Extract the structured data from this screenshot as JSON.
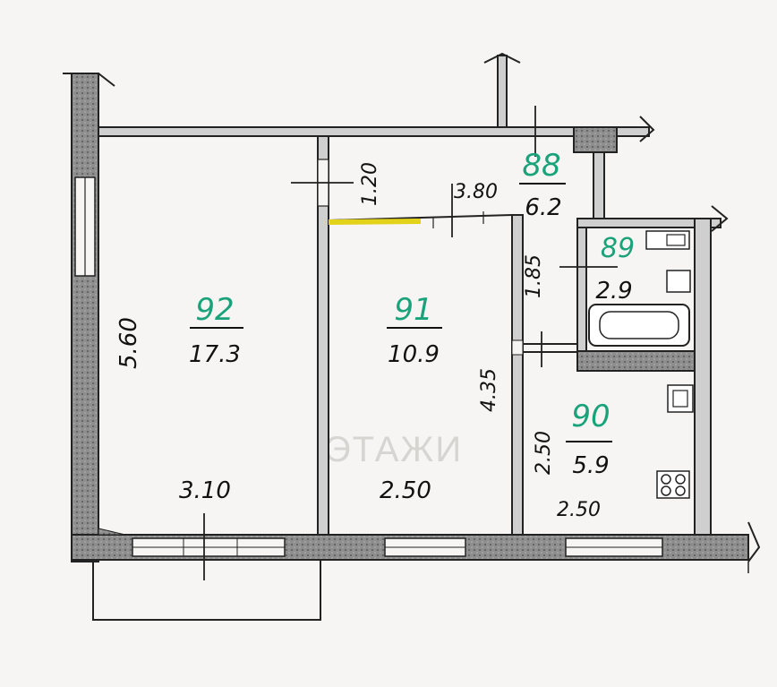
{
  "rooms": [
    {
      "id": "room-92",
      "number": "92",
      "area": "17.3"
    },
    {
      "id": "room-91",
      "number": "91",
      "area": "10.9"
    },
    {
      "id": "room-88",
      "number": "88",
      "area": "6.2"
    },
    {
      "id": "room-89",
      "number": "89",
      "area": "2.9"
    },
    {
      "id": "room-90",
      "number": "90",
      "area": "5.9"
    }
  ],
  "dimensions": {
    "left_height": "5.60",
    "bottom_left": "3.10",
    "door_width": "1.20",
    "corridor_length": "3.80",
    "corridor_depth": "1.85",
    "middle_height": "4.35",
    "bottom_middle": "2.50",
    "kitchen_height": "2.50",
    "bottom_right": "2.50"
  },
  "watermark": "ЭТАЖИ",
  "colors": {
    "room_number": "#1aa37a",
    "wall": "#8a8a8a",
    "highlight": "#e3d21a"
  }
}
